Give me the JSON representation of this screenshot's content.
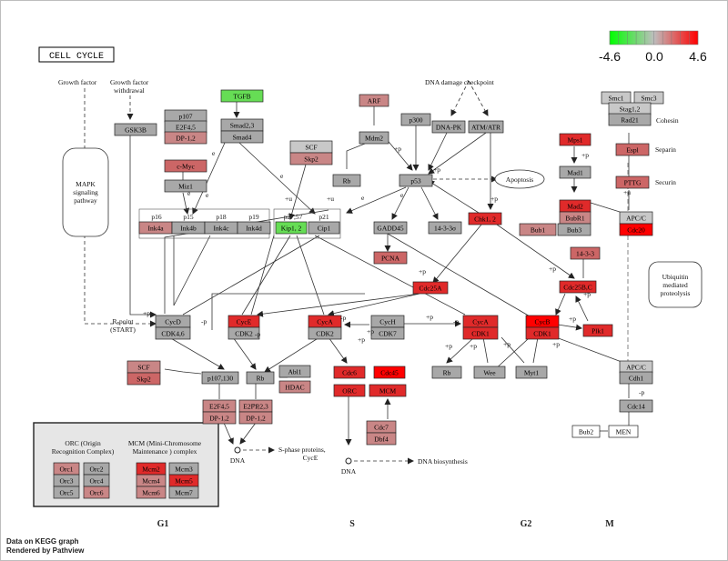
{
  "title": "CELL CYCLE",
  "legend": {
    "min": "-4.6",
    "mid": "0.0",
    "max": "4.6",
    "low_color": "#00ff00",
    "mid_color": "#bebebe",
    "high_color": "#ff0000"
  },
  "footer": {
    "line1": "Data on KEGG graph",
    "line2": "Rendered by Pathview"
  },
  "phases": [
    "G1",
    "S",
    "G2",
    "M"
  ],
  "colors": {
    "gray": "#a8a8a8",
    "light": "#c8c8c8",
    "pink": "#c98686",
    "mid": "#cc6666",
    "red": "#e02a2a",
    "bright": "#ff0000",
    "green": "#66dd55",
    "white": "#ffffff"
  },
  "nodes": [
    {
      "id": "tgfb",
      "label": "TGFB",
      "color": "green"
    },
    {
      "id": "smad23",
      "label": "Smad2,3",
      "color": "gray"
    },
    {
      "id": "smad4",
      "label": "Smad4",
      "color": "gray"
    },
    {
      "id": "p107a",
      "label": "p107",
      "color": "gray"
    },
    {
      "id": "e2f45a",
      "label": "E2F4,5",
      "color": "gray"
    },
    {
      "id": "dp12a",
      "label": "DP-1,2",
      "color": "pink"
    },
    {
      "id": "cmyc",
      "label": "c-Myc",
      "color": "mid"
    },
    {
      "id": "miz1",
      "label": "Miz1",
      "color": "gray"
    },
    {
      "id": "gsk3b",
      "label": "GSK3B",
      "color": "gray"
    },
    {
      "id": "scf1",
      "label": "SCF",
      "color": "light"
    },
    {
      "id": "skp2a",
      "label": "Skp2",
      "color": "pink"
    },
    {
      "id": "ink4a",
      "label": "Ink4a",
      "color": "pink"
    },
    {
      "id": "ink4b",
      "label": "Ink4b",
      "color": "gray"
    },
    {
      "id": "ink4c",
      "label": "Ink4c",
      "color": "gray"
    },
    {
      "id": "ink4d",
      "label": "Ink4d",
      "color": "gray"
    },
    {
      "id": "kip12",
      "label": "Kip1, 2",
      "color": "green"
    },
    {
      "id": "cip1",
      "label": "Cip1",
      "color": "gray"
    },
    {
      "id": "arf",
      "label": "ARF",
      "color": "pink"
    },
    {
      "id": "mdm2",
      "label": "Mdm2",
      "color": "gray"
    },
    {
      "id": "rb1",
      "label": "Rb",
      "color": "gray"
    },
    {
      "id": "p300",
      "label": "p300",
      "color": "gray"
    },
    {
      "id": "dnapk",
      "label": "DNA-PK",
      "color": "gray"
    },
    {
      "id": "atmatr",
      "label": "ATM/ATR",
      "color": "gray"
    },
    {
      "id": "p53",
      "label": "p53",
      "color": "gray"
    },
    {
      "id": "gadd45",
      "label": "GADD45",
      "color": "gray"
    },
    {
      "id": "s14331",
      "label": "14-3-3σ",
      "color": "gray"
    },
    {
      "id": "chk12",
      "label": "Chk1, 2",
      "color": "red"
    },
    {
      "id": "pcna",
      "label": "PCNA",
      "color": "mid"
    },
    {
      "id": "cdc25a",
      "label": "Cdc25A",
      "color": "red"
    },
    {
      "id": "smc1",
      "label": "Smc1",
      "color": "light"
    },
    {
      "id": "smc3",
      "label": "Smc3",
      "color": "light"
    },
    {
      "id": "stag12",
      "label": "Stag1,2",
      "color": "light"
    },
    {
      "id": "rad21",
      "label": "Rad21",
      "color": "gray"
    },
    {
      "id": "espl",
      "label": "Espl",
      "color": "mid"
    },
    {
      "id": "pttg",
      "label": "PTTG",
      "color": "mid"
    },
    {
      "id": "mps1",
      "label": "Mps1",
      "color": "red"
    },
    {
      "id": "mad1",
      "label": "Mad1",
      "color": "gray"
    },
    {
      "id": "mad2",
      "label": "Mad2",
      "color": "red"
    },
    {
      "id": "bubr1",
      "label": "BubR1",
      "color": "pink"
    },
    {
      "id": "bub1",
      "label": "Bub1",
      "color": "pink"
    },
    {
      "id": "bub3",
      "label": "Bub3",
      "color": "gray"
    },
    {
      "id": "apcc1",
      "label": "APC/C",
      "color": "light"
    },
    {
      "id": "cdc20",
      "label": "Cdc20",
      "color": "bright"
    },
    {
      "id": "s14332",
      "label": "14-3-3",
      "color": "mid"
    },
    {
      "id": "cdc25bc",
      "label": "Cdc25B,C",
      "color": "red"
    },
    {
      "id": "cycd",
      "label": "CycD",
      "color": "gray"
    },
    {
      "id": "cdk46",
      "label": "CDK4,6",
      "color": "gray"
    },
    {
      "id": "cyce1",
      "label": "CycE",
      "color": "red"
    },
    {
      "id": "cdk2a",
      "label": "CDK2",
      "color": "gray"
    },
    {
      "id": "cyca1",
      "label": "CycA",
      "color": "red"
    },
    {
      "id": "cdk2b",
      "label": "CDK2",
      "color": "gray"
    },
    {
      "id": "cych",
      "label": "CycH",
      "color": "gray"
    },
    {
      "id": "cdk7",
      "label": "CDK7",
      "color": "gray"
    },
    {
      "id": "cyca2",
      "label": "CycA",
      "color": "red"
    },
    {
      "id": "cdk1a",
      "label": "CDK1",
      "color": "red"
    },
    {
      "id": "cycb",
      "label": "CycB",
      "color": "bright"
    },
    {
      "id": "cdk1b",
      "label": "CDK1",
      "color": "red"
    },
    {
      "id": "plk1",
      "label": "Plk1",
      "color": "red"
    },
    {
      "id": "rb2",
      "label": "Rb",
      "color": "gray"
    },
    {
      "id": "wee",
      "label": "Wee",
      "color": "gray"
    },
    {
      "id": "myt1",
      "label": "Myt1",
      "color": "gray"
    },
    {
      "id": "apcc2",
      "label": "APC/C",
      "color": "light"
    },
    {
      "id": "cdh1",
      "label": "Cdh1",
      "color": "gray"
    },
    {
      "id": "cdc14",
      "label": "Cdc14",
      "color": "gray"
    },
    {
      "id": "bub2",
      "label": "Bub2",
      "color": "white"
    },
    {
      "id": "men",
      "label": "MEN",
      "color": "white"
    },
    {
      "id": "scf2",
      "label": "SCF",
      "color": "pink"
    },
    {
      "id": "skp2b",
      "label": "Skp2",
      "color": "mid"
    },
    {
      "id": "p107130",
      "label": "p107,130",
      "color": "gray"
    },
    {
      "id": "rb3",
      "label": "Rb",
      "color": "gray"
    },
    {
      "id": "abl1",
      "label": "Abl1",
      "color": "gray"
    },
    {
      "id": "hdac",
      "label": "HDAC",
      "color": "pink"
    },
    {
      "id": "e2f45b",
      "label": "E2F4,5",
      "color": "pink"
    },
    {
      "id": "dp12b",
      "label": "DP-1,2",
      "color": "pink"
    },
    {
      "id": "e2f123",
      "label": "E2F1,2,3",
      "color": "pink"
    },
    {
      "id": "dp12c",
      "label": "DP-1,2",
      "color": "pink"
    },
    {
      "id": "cdc6",
      "label": "Cdc6",
      "color": "red"
    },
    {
      "id": "cdc45",
      "label": "Cdc45",
      "color": "bright"
    },
    {
      "id": "orc",
      "label": "ORC",
      "color": "red"
    },
    {
      "id": "mcm",
      "label": "MCM",
      "color": "red"
    },
    {
      "id": "cdc7",
      "label": "Cdc7",
      "color": "pink"
    },
    {
      "id": "dbf4",
      "label": "Dbf4",
      "color": "pink"
    },
    {
      "id": "orc1",
      "label": "Orc1",
      "color": "pink"
    },
    {
      "id": "orc2",
      "label": "Orc2",
      "color": "gray"
    },
    {
      "id": "orc3",
      "label": "Orc3",
      "color": "gray"
    },
    {
      "id": "orc4",
      "label": "Orc4",
      "color": "gray"
    },
    {
      "id": "orc5",
      "label": "Orc5",
      "color": "gray"
    },
    {
      "id": "orc6",
      "label": "Orc6",
      "color": "pink"
    },
    {
      "id": "mcm2",
      "label": "Mcm2",
      "color": "red"
    },
    {
      "id": "mcm3",
      "label": "Mcm3",
      "color": "gray"
    },
    {
      "id": "mcm4",
      "label": "Mcm4",
      "color": "pink"
    },
    {
      "id": "mcm5",
      "label": "Mcm5",
      "color": "red"
    },
    {
      "id": "mcm6",
      "label": "Mcm6",
      "color": "pink"
    },
    {
      "id": "mcm7",
      "label": "Mcm7",
      "color": "gray"
    }
  ],
  "texts": [
    {
      "id": "growth-factor",
      "text": "Growth factor"
    },
    {
      "id": "gf-withdrawal-1",
      "text": "Growth factor"
    },
    {
      "id": "gf-withdrawal-2",
      "text": "withdrawal"
    },
    {
      "id": "dna-damage",
      "text": "DNA damage checkpoint"
    },
    {
      "id": "mapk-1",
      "text": "MAPK"
    },
    {
      "id": "mapk-2",
      "text": "signaling"
    },
    {
      "id": "mapk-3",
      "text": "pathway"
    },
    {
      "id": "apoptosis",
      "text": "Apoptosis"
    },
    {
      "id": "ubiq-1",
      "text": "Ubiquitin"
    },
    {
      "id": "ubiq-2",
      "text": "mediated"
    },
    {
      "id": "ubiq-3",
      "text": "proteolysis"
    },
    {
      "id": "cohesin",
      "text": "Cohesin"
    },
    {
      "id": "separin",
      "text": "Separin"
    },
    {
      "id": "securin",
      "text": "Securin"
    },
    {
      "id": "p16",
      "text": "p16"
    },
    {
      "id": "p15",
      "text": "p15"
    },
    {
      "id": "p18",
      "text": "p18"
    },
    {
      "id": "p19",
      "text": "p19"
    },
    {
      "id": "p27-57",
      "text": "p27,57"
    },
    {
      "id": "p21",
      "text": "p21"
    },
    {
      "id": "rpoint-1",
      "text": "R-point"
    },
    {
      "id": "rpoint-2",
      "text": "(START)"
    },
    {
      "id": "orc-cap-1",
      "text": "ORC (Origin"
    },
    {
      "id": "orc-cap-2",
      "text": "Recognition Complex)"
    },
    {
      "id": "mcm-cap-1",
      "text": "MCM (Mini-Chromosome"
    },
    {
      "id": "mcm-cap-2",
      "text": "Maintenance ) complex"
    },
    {
      "id": "dna-1",
      "text": "DNA"
    },
    {
      "id": "sphase-1",
      "text": "S-phase proteins,"
    },
    {
      "id": "sphase-2",
      "text": "CycE"
    },
    {
      "id": "dna-2",
      "text": "DNA"
    },
    {
      "id": "dna-bio",
      "text": "DNA biosynthesis"
    }
  ],
  "marks": [
    "+p",
    "+p",
    "+p",
    "+p",
    "+p",
    "+p",
    "+p",
    "+p",
    "+p",
    "+p",
    "+p",
    "+p",
    "+p",
    "+p",
    "+p",
    "+p",
    "+p",
    "+u",
    "+u",
    "+u",
    "-p",
    "-p",
    "-p",
    "-p",
    "-p",
    "e",
    "e",
    "e",
    "e",
    "e",
    "e"
  ]
}
